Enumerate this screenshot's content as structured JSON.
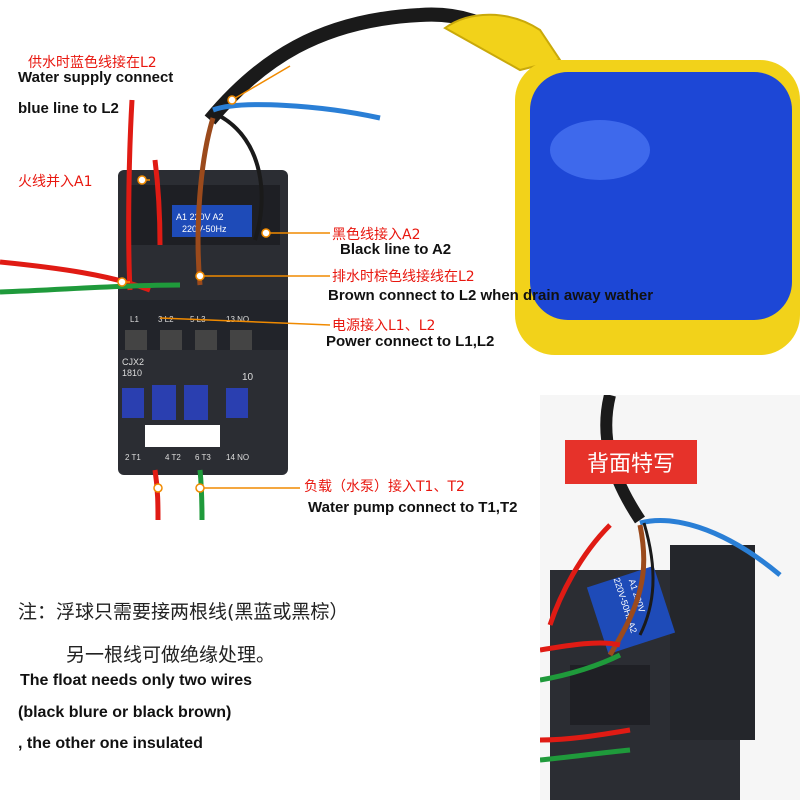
{
  "top": {
    "water_supply_cn": "供水时蓝色线接在L2",
    "water_supply_en_1": "Water supply connect",
    "water_supply_en_2": "blue line to L2",
    "live_cn": "火线并入A1",
    "black_cn": "黑色线接入A2",
    "black_en": "Black line to A2",
    "brown_cn": "排水时棕色线接线在L2",
    "brown_en": "Brown connect to L2 when drain away wather",
    "power_cn": "电源接入L1、L2",
    "power_en": "Power connect to L1,L2",
    "load_cn": "负载（水泵）接入T1、T2",
    "load_en": "Water pump connect to T1,T2"
  },
  "contactor": {
    "model_1": "CJX2",
    "model_2": "1810",
    "rating_1": "A1  220V  A2",
    "rating_2": "220V-50Hz",
    "aux": "10",
    "top_terms": [
      "L1",
      "3 L2",
      "5 L3",
      "13 NO"
    ],
    "bottom_terms": [
      "2 T1",
      "4 T2",
      "6 T3",
      "14 NO"
    ]
  },
  "back": {
    "badge": "背面特写",
    "rating_1": "A1  220V",
    "rating_2": "220V-50Hz A2"
  },
  "note": {
    "cn_1": "注：浮球只需要接两根线(黑蓝或黑棕）",
    "cn_2": "另一根线可做绝缘处理。",
    "en_1": "The float needs only two wires",
    "en_2": "(black blure or black brown)",
    "en_3": ", the other one insulated"
  },
  "colors": {
    "annotation_red": "#e8170f",
    "float_blue": "#1d47d6",
    "float_yellow": "#f2d21a",
    "contactor_dark": "#2b2d33",
    "wire_red": "#e01b14",
    "wire_green": "#1f9a3b",
    "wire_blue": "#2a7fd6",
    "wire_brown": "#9b4a1c"
  }
}
